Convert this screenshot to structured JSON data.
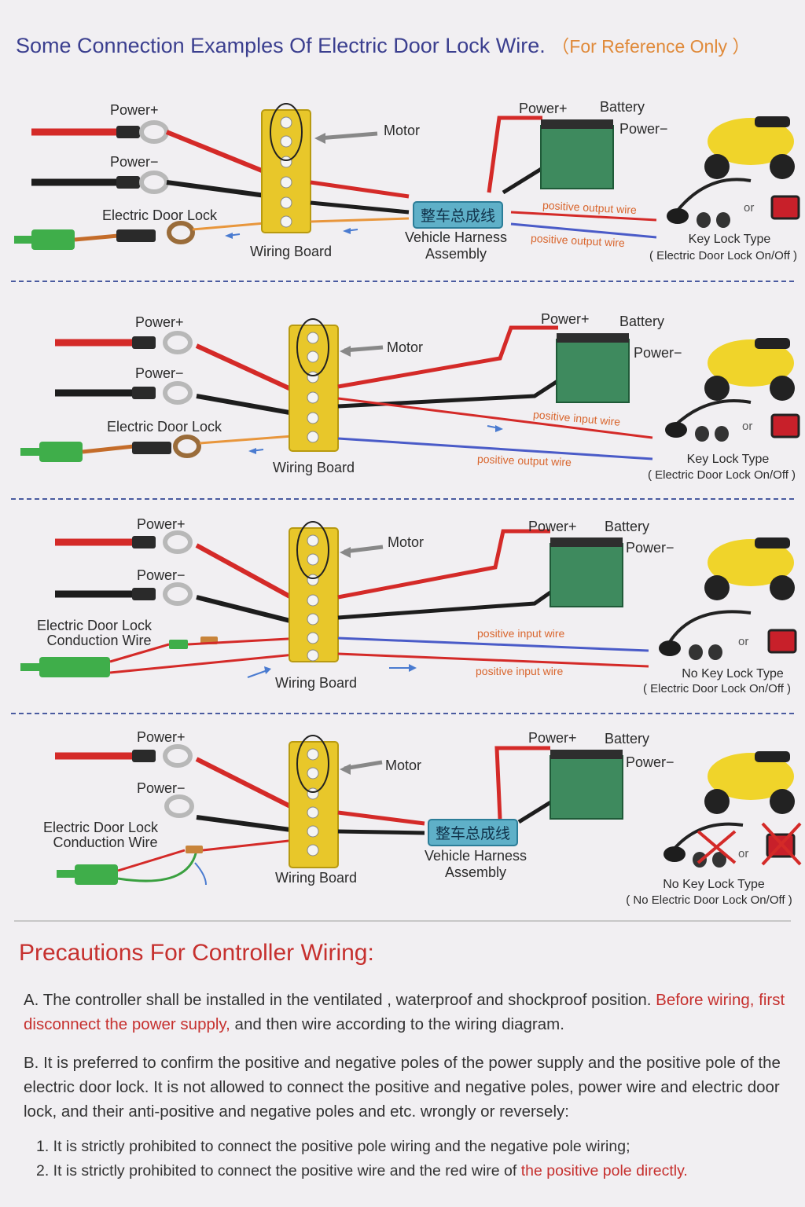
{
  "header": {
    "title": "Some Connection Examples Of Electric Door Lock Wire.",
    "note": "（For Reference Only ）"
  },
  "panels": [
    {
      "power_plus": "Power+",
      "power_minus": "Power−",
      "lock_label": "Electric Door Lock",
      "lock_label2": "",
      "motor": "Motor",
      "board": "Wiring Board",
      "battery": "Battery",
      "batt_plus": "Power+",
      "batt_minus": "Power−",
      "harness": "整车总成线",
      "harness_label": "Vehicle Harness Assembly",
      "wire1": "positive output wire",
      "wire2": "positive output wire",
      "or": "or",
      "lock_type": "Key Lock Type",
      "lock_type_sub": "( Electric Door Lock On/Off )"
    },
    {
      "power_plus": "Power+",
      "power_minus": "Power−",
      "lock_label": "Electric Door Lock",
      "lock_label2": "",
      "motor": "Motor",
      "board": "Wiring Board",
      "battery": "Battery",
      "batt_plus": "Power+",
      "batt_minus": "Power−",
      "harness": "",
      "harness_label": "",
      "wire1": "positive input wire",
      "wire2": "positive output wire",
      "or": "or",
      "lock_type": "Key Lock Type",
      "lock_type_sub": "( Electric Door Lock On/Off )"
    },
    {
      "power_plus": "Power+",
      "power_minus": "Power−",
      "lock_label": "Electric Door Lock",
      "lock_label2": "Conduction Wire",
      "motor": "Motor",
      "board": "Wiring Board",
      "battery": "Battery",
      "batt_plus": "Power+",
      "batt_minus": "Power−",
      "harness": "",
      "harness_label": "",
      "wire1": "positive input wire",
      "wire2": "positive input wire",
      "or": "or",
      "lock_type": "No Key Lock Type",
      "lock_type_sub": "( Electric Door Lock On/Off )"
    },
    {
      "power_plus": "Power+",
      "power_minus": "Power−",
      "lock_label": "Electric Door Lock",
      "lock_label2": "Conduction Wire",
      "motor": "Motor",
      "board": "Wiring Board",
      "battery": "Battery",
      "batt_plus": "Power+",
      "batt_minus": "Power−",
      "harness": "整车总成线",
      "harness_label": "Vehicle Harness Assembly",
      "wire1": "",
      "wire2": "",
      "or": "or",
      "lock_type": "No Key Lock Type",
      "lock_type_sub": "( No Electric Door Lock On/Off )"
    }
  ],
  "precautions": {
    "title": "Precautions For Controller Wiring:",
    "a_1": "A.  The controller shall be installed in the ventilated , waterproof and shockproof position. ",
    "a_red": "Before wiring, first disconnect the power supply,",
    "a_2": " and then wire according to the wiring diagram.",
    "b": "B.  It is preferred to confirm the positive and negative poles of the power supply and the positive pole of the electric door lock.  It is not allowed to connect the positive and negative poles, power wire and electric door lock, and their anti-positive and negative poles and etc. wrongly or reversely:",
    "item1": "1.  It is strictly prohibited to connect the positive pole wiring and the negative pole wiring;",
    "item2_1": "2.  It is strictly prohibited to connect the positive wire and the red wire of ",
    "item2_red": "the positive pole directly."
  }
}
